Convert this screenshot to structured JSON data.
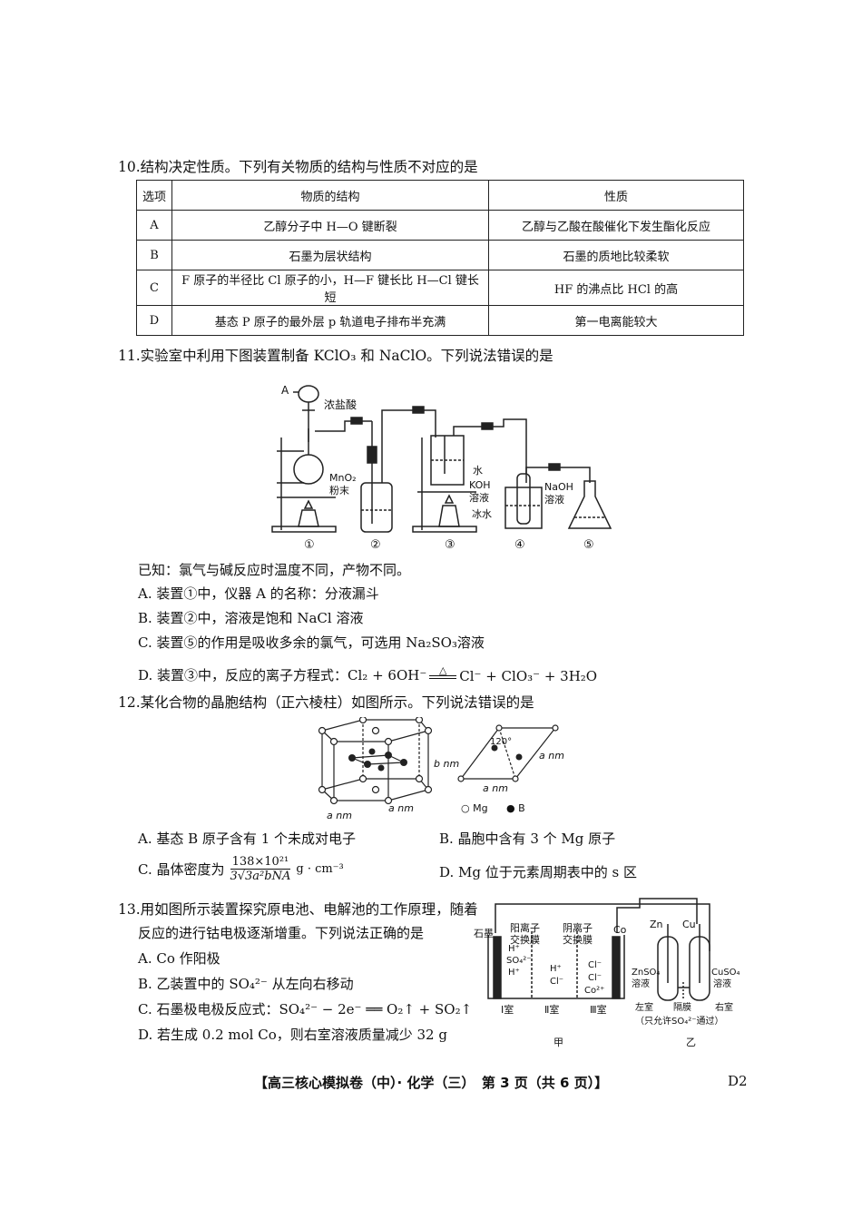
{
  "q10": {
    "stem": "10.结构决定性质。下列有关物质的结构与性质不对应的是",
    "headers": [
      "选项",
      "物质的结构",
      "性质"
    ],
    "rows": [
      {
        "opt": "A",
        "structure": "乙醇分子中 H—O 键断裂",
        "property": "乙醇与乙酸在酸催化下发生酯化反应"
      },
      {
        "opt": "B",
        "structure": "石墨为层状结构",
        "property": "石墨的质地比较柔软"
      },
      {
        "opt": "C",
        "structure": "F 原子的半径比 Cl 原子的小，H—F 键长比 H—Cl 键长短",
        "property": "HF 的沸点比 HCl 的高"
      },
      {
        "opt": "D",
        "structure": "基态 P 原子的最外层 p 轨道电子排布半充满",
        "property": "第一电离能较大"
      }
    ]
  },
  "q11": {
    "stem": "11.实验室中利用下图装置制备 KClO₃ 和 NaClO。下列说法错误的是",
    "fig": {
      "a": "A",
      "hcl": "浓盐酸",
      "mno2": "MnO₂",
      "powder": "粉末",
      "water": "水",
      "koh1": "KOH",
      "koh2": "溶液",
      "naoh1": "NaOH",
      "naoh2": "溶液",
      "ice": "冰水",
      "n1": "①",
      "n2": "②",
      "n3": "③",
      "n4": "④",
      "n5": "⑤"
    },
    "known": "已知：氯气与碱反应时温度不同，产物不同。",
    "A": "A. 装置①中，仪器 A 的名称：分液漏斗",
    "B": "B. 装置②中，溶液是饱和 NaCl 溶液",
    "C": "C. 装置⑤的作用是吸收多余的氯气，可选用 Na₂SO₃溶液",
    "D_pre": "D. 装置③中，反应的离子方程式：Cl₂ + 6OH⁻",
    "D_delta": "△",
    "D_post": "Cl⁻ + ClO₃⁻ + 3H₂O"
  },
  "q12": {
    "stem": "12.某化合物的晶胞结构（正六棱柱）如图所示。下列说法错误的是",
    "fig": {
      "b": "b nm",
      "a1": "a nm",
      "a2": "a nm",
      "a3": "a nm",
      "a4": "a nm",
      "angle": "120°",
      "mg": "○ Mg",
      "bb": "● B"
    },
    "A": "A. 基态 B 原子含有 1 个未成对电子",
    "B": "B. 晶胞中含有 3 个 Mg 原子",
    "C_pre": "C. 晶体密度为",
    "C_num": "138×10²¹",
    "C_den": "3√3a²bNA",
    "C_unit": "g · cm⁻³",
    "D": "D. Mg 位于元素周期表中的 s 区"
  },
  "q13": {
    "stem1": "13.用如图所示装置探究原电池、电解池的工作原理，随着",
    "stem2": "反应的进行钴电极逐渐增重。下列说法正确的是",
    "A": "A. Co 作阳极",
    "B": "B. 乙装置中的 SO₄²⁻ 从左向右移动",
    "C": "C. 石墨极电极反应式：SO₄²⁻ − 2e⁻ ══ O₂↑ + SO₂↑",
    "D": "D. 若生成 0.2 mol Co，则右室溶液质量减少 32 g",
    "fig": {
      "graphite": "石墨",
      "cation1": "阳离子",
      "cation2": "交换膜",
      "anion1": "阴离子",
      "anion2": "交换膜",
      "co": "Co",
      "zn": "Zn",
      "cu": "Cu",
      "r1a": "H⁺",
      "r1b": "SO₄²⁻",
      "r1c": "H⁺",
      "r2a": "H⁺",
      "r2b": "Cl⁻",
      "r3a": "Cl⁻",
      "r3b": "Cl⁻",
      "r3c": "Co²⁺",
      "room1": "Ⅰ室",
      "room2": "Ⅱ室",
      "room3": "Ⅲ室",
      "jia": "甲",
      "yi": "乙",
      "znso4a": "ZnSO₄",
      "znso4b": "溶液",
      "cuso4a": "CuSO₄",
      "cuso4b": "溶液",
      "left": "左室",
      "right": "右室",
      "sep": "隔膜",
      "only": "（只允许SO₄²⁻通过）"
    }
  },
  "footer": "【高三核心模拟卷（中）· 化学（三）　第 3 页（共 6 页）】",
  "code": "D2"
}
